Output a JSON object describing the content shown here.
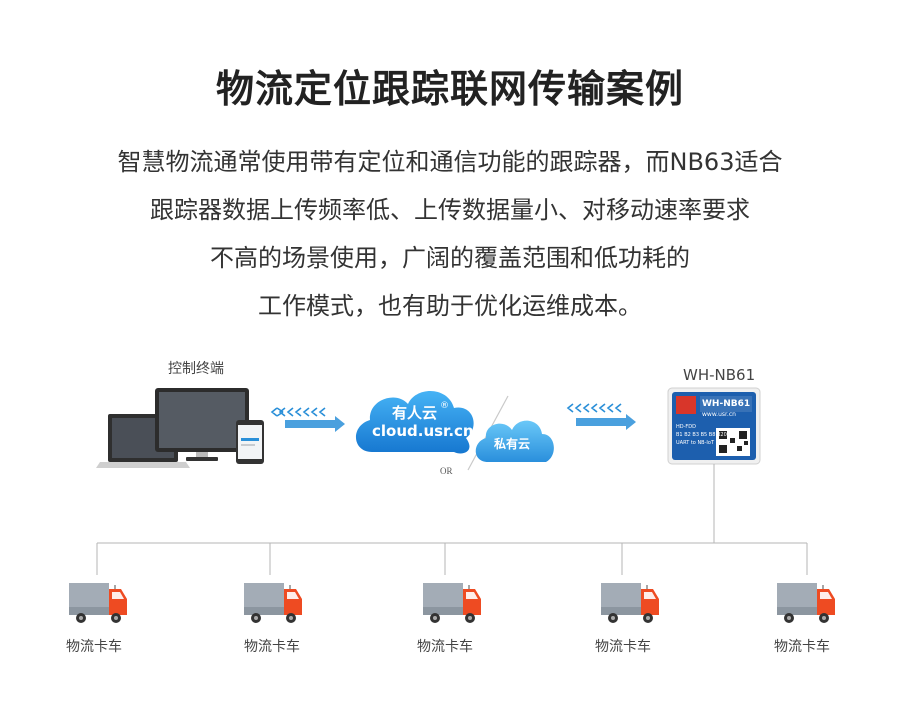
{
  "title": "物流定位跟踪联网传输案例",
  "description": [
    "智慧物流通常使用带有定位和通信功能的跟踪器，而NB63适合",
    "跟踪器数据上传频率低、上传数据量小、对移动速率要求",
    "不高的场景使用，广阔的覆盖范围和低功耗的",
    "工作模式，也有助于优化运维成本。"
  ],
  "control_terminal_label": "控制终端",
  "cloud": {
    "name": "有人云",
    "registered": "®",
    "url": "cloud.usr.cn",
    "private_name": "私有云",
    "or_text": "OR"
  },
  "module": {
    "label": "WH-NB61",
    "chip_title": "WH-NB61",
    "chip_url": "www.usr.cn",
    "chip_lines": [
      "HD-FDD",
      "B1 B2 B3 B5 B8 B20",
      "UART to NB-IoT"
    ]
  },
  "trucks": [
    "物流卡车",
    "物流卡车",
    "物流卡车",
    "物流卡车",
    "物流卡车"
  ],
  "colors": {
    "arrow": "#2a8fd8",
    "cloud": "#1f8fe0",
    "truck_cab": "#ee4b22",
    "truck_box": "#9aa4ae",
    "line": "#b5b5b5"
  }
}
